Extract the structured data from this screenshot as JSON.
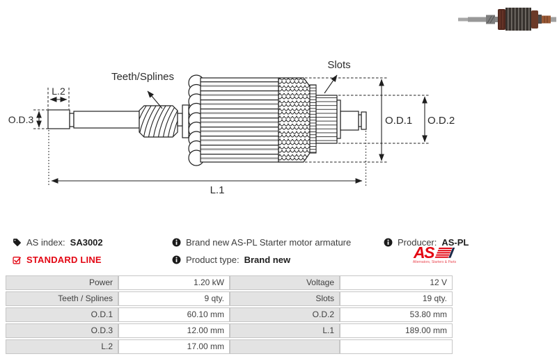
{
  "diagram": {
    "callouts": {
      "teeth_splines": "Teeth/Splines",
      "slots": "Slots"
    },
    "dimensions": {
      "od1": "O.D.1",
      "od2": "O.D.2",
      "od3": "O.D.3",
      "l1": "L.1",
      "l2": "L.2"
    }
  },
  "info": {
    "as_index": {
      "label": "AS index:",
      "value": "SA3002"
    },
    "line_badge": "STANDARD LINE",
    "description": "Brand new AS-PL Starter motor armature",
    "product_type": {
      "label": "Product type:",
      "value": "Brand new"
    },
    "producer": {
      "label": "Producer:",
      "value": "AS-PL"
    },
    "logo": {
      "text": "AS",
      "tagline": "Alternators, Starters & Parts"
    }
  },
  "specs": {
    "rows": [
      {
        "l1": "Power",
        "v1": "1.20 kW",
        "l2": "Voltage",
        "v2": "12 V"
      },
      {
        "l1": "Teeth / Splines",
        "v1": "9 qty.",
        "l2": "Slots",
        "v2": "19 qty."
      },
      {
        "l1": "O.D.1",
        "v1": "60.10 mm",
        "l2": "O.D.2",
        "v2": "53.80 mm"
      },
      {
        "l1": "O.D.3",
        "v1": "12.00 mm",
        "l2": "L.1",
        "v2": "189.00 mm"
      },
      {
        "l1": "L.2",
        "v1": "17.00 mm",
        "l2": "",
        "v2": ""
      }
    ]
  },
  "colors": {
    "brand_red": "#e30613",
    "table_label_bg": "#e3e3e3",
    "table_border": "#c6c6c6",
    "text_color": "#3f3f3f",
    "drawing_stroke": "#1f1f1f"
  }
}
